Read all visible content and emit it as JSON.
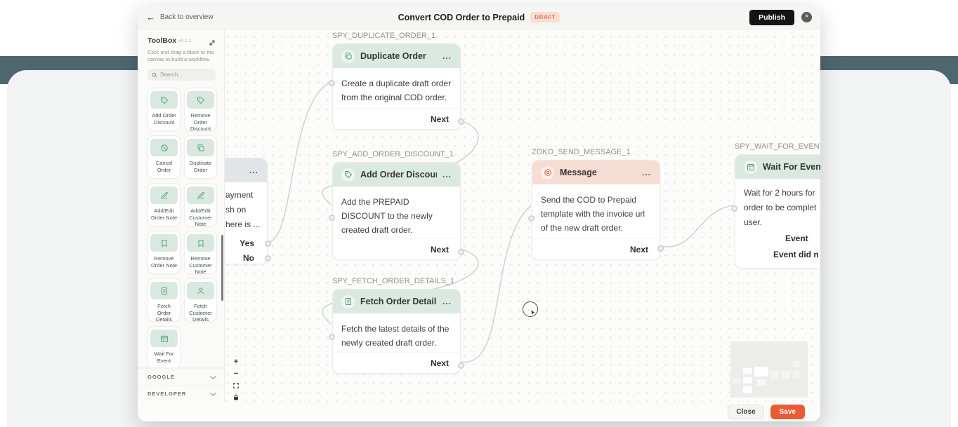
{
  "header": {
    "back_label": "Back to overview",
    "title": "Convert COD Order to Prepaid",
    "status_badge": "DRAFT",
    "publish_label": "Publish",
    "close_icon": "close-icon"
  },
  "toolbox": {
    "title": "ToolBox",
    "version": "v0.1.2",
    "description": "Click and drag a block to the canvas to build a workflow.",
    "search_placeholder": "Search...",
    "items": [
      {
        "label": "Add Order Discount",
        "icon": "tag-icon"
      },
      {
        "label": "Remove Order Discount",
        "icon": "tag-icon"
      },
      {
        "label": "Cancel Order",
        "icon": "ban-icon"
      },
      {
        "label": "Duplicate Order",
        "icon": "copy-icon"
      },
      {
        "label": "Add/Edit Order Note",
        "icon": "note-icon"
      },
      {
        "label": "Add/Edit Customer Note",
        "icon": "note-icon"
      },
      {
        "label": "Remove Order Note",
        "icon": "bookmark-icon"
      },
      {
        "label": "Remove Customer Note",
        "icon": "bookmark-icon"
      },
      {
        "label": "Fetch Order Details",
        "icon": "doc-icon"
      },
      {
        "label": "Fetch Customer Details",
        "icon": "person-icon"
      },
      {
        "label": "Wait For Event",
        "icon": "calendar-icon"
      }
    ],
    "sections": [
      {
        "label": "GOOGLE"
      },
      {
        "label": "DEVELOPER"
      }
    ]
  },
  "canvas": {
    "nodes": {
      "left_partial": {
        "menu": "...",
        "body_lines": [
          "ayment",
          "sh on",
          "here is ..."
        ],
        "outputs": [
          "Yes",
          "No"
        ]
      },
      "duplicate": {
        "label": "SPY_DUPLICATE_ORDER_1",
        "title": "Duplicate Order",
        "menu": "...",
        "body": "Create a duplicate draft order from the original COD order.",
        "footer": "Next"
      },
      "add_discount": {
        "label": "SPY_ADD_ORDER_DISCOUNT_1",
        "title": "Add Order Discount",
        "menu": "...",
        "body": "Add the PREPAID DISCOUNT to the newly created draft order.",
        "footer": "Next"
      },
      "fetch_details": {
        "label": "SPY_FETCH_ORDER_DETAILS_1",
        "title": "Fetch Order Details",
        "menu": "...",
        "body": "Fetch the latest details of the newly created draft order.",
        "footer": "Next"
      },
      "message": {
        "label": "ZOKO_SEND_MESSAGE_1",
        "title": "Message",
        "menu": "...",
        "body": "Send the COD to Prepaid template with the invoice url of the new draft order.",
        "footer": "Next"
      },
      "wait": {
        "label": "SPY_WAIT_FOR_EVENT",
        "title": "Wait For Event",
        "body_lines": [
          "Wait for 2 hours for",
          "order to be complet",
          "user."
        ],
        "outputs": [
          "Event",
          "Event did n"
        ]
      }
    },
    "controls": {
      "zoom_in": "+",
      "zoom_out": "−"
    }
  },
  "footer": {
    "close_label": "Close",
    "save_label": "Save"
  },
  "colors": {
    "accent_green": "#dbe9e1",
    "accent_salmon": "#f7dcd3",
    "draft_badge_bg": "#f9ddd3",
    "draft_badge_text": "#e2755c",
    "publish_bg": "#141414",
    "save_bg": "#e85c35",
    "backdrop_teal": "#4e666e",
    "wire": "#ccd5d5"
  }
}
